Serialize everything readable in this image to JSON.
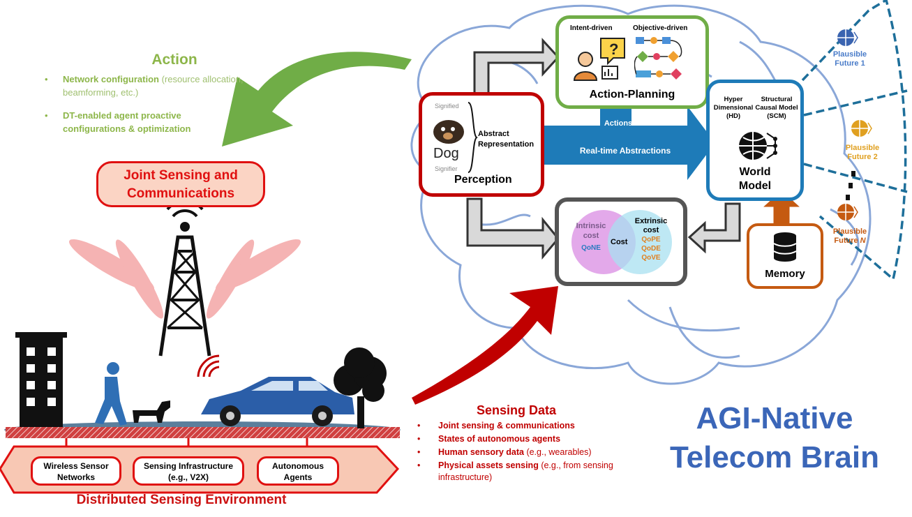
{
  "action": {
    "title": "Action",
    "items": [
      {
        "bold": "Network configuration",
        "rest": " (resource allocation, beamforming, etc.)"
      },
      {
        "bold": "DT-enabled agent proactive configurations & optimization",
        "rest": ""
      }
    ]
  },
  "jsc": {
    "line1": "Joint Sensing and",
    "line2": "Communications"
  },
  "environment": {
    "title": "Distributed Sensing Environment",
    "boxes": [
      {
        "line1": "Wireless Sensor",
        "line2": "Networks"
      },
      {
        "line1": "Sensing Infrastructure",
        "line2": "(e.g., V2X)"
      },
      {
        "line1": "Autonomous",
        "line2": "Agents"
      }
    ]
  },
  "sensing": {
    "title": "Sensing Data",
    "items": [
      {
        "bold": "Joint sensing & communications",
        "rest": ""
      },
      {
        "bold": "States of autonomous agents",
        "rest": ""
      },
      {
        "bold": "Human sensory data",
        "rest": " (e.g., wearables)"
      },
      {
        "bold": "Physical assets sensing",
        "rest": " (e.g., from sensing infrastructure)"
      }
    ]
  },
  "brain": {
    "line1": "AGI-Native",
    "line2": "Telecom Brain"
  },
  "perception": {
    "title": "Perception",
    "signified": "Signified",
    "dog": "Dog",
    "signifier": "Signifier",
    "abstract_line1": "Abstract",
    "abstract_line2": "Representation"
  },
  "planning": {
    "title": "Action-Planning",
    "intent": "Intent-driven",
    "objective": "Objective-driven"
  },
  "arrows": {
    "actions": "Actions",
    "realtime": "Real-time Abstractions"
  },
  "world": {
    "hd_line1": "Hyper",
    "hd_line2": "Dimensional",
    "hd_line3": "(HD)",
    "scm_line1": "Structural",
    "scm_line2": "Causal Model",
    "scm_line3": "(SCM)",
    "title_line1": "World",
    "title_line2": "Model"
  },
  "cost": {
    "intrinsic_line1": "Intrinsic",
    "intrinsic_line2": "cost",
    "qone": "QoNE",
    "center": "Cost",
    "extrinsic_line1": "Extrinsic",
    "extrinsic_line2": "cost",
    "qope": "QoPE",
    "qode": "QoDE",
    "qove": "QoVE"
  },
  "memory": {
    "label": "Memory"
  },
  "futures": [
    {
      "line1": "Plausible",
      "line2": "Future 1",
      "color": "#4a7cc9"
    },
    {
      "line1": "Plausible",
      "line2": "Future 2",
      "color": "#e0a020"
    },
    {
      "line1": "Plausible",
      "line2": "Future ",
      "italic": "N",
      "color": "#c55a11"
    }
  ],
  "colors": {
    "action_green": "#8db64a",
    "red": "#e01010",
    "perception_red": "#c00000",
    "planning_green": "#70ad47",
    "world_blue": "#1e7bb8",
    "title_blue": "#3b66b8",
    "memory_orange": "#c55a11"
  }
}
